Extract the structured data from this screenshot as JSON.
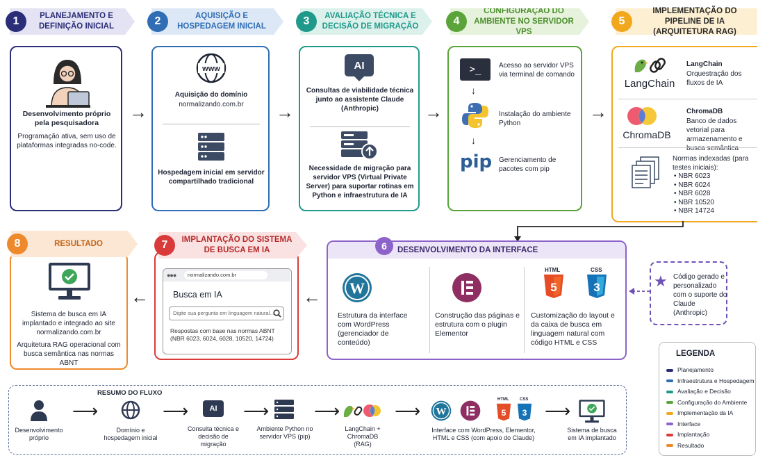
{
  "steps": [
    {
      "num": "1",
      "title": "PLANEJAMENTO E DEFINIÇÃO INICIAL"
    },
    {
      "num": "2",
      "title": "AQUISIÇÃO E HOSPEDAGEM INICIAL"
    },
    {
      "num": "3",
      "title": "AVALIAÇÃO TÉCNICA E DECISÃO DE MIGRAÇÃO"
    },
    {
      "num": "4",
      "title": "CONFIGURAÇÃO DO AMBIENTE NO SERVIDOR VPS"
    },
    {
      "num": "5",
      "title": "IMPLEMENTAÇÃO DO PIPELINE DE IA (ARQUITETURA RAG)"
    },
    {
      "num": "6",
      "title": "DESENVOLVIMENTO DA INTERFACE"
    },
    {
      "num": "7",
      "title": "IMPLANTAÇÃO DO SISTEMA DE BUSCA EM IA"
    },
    {
      "num": "8",
      "title": "RESULTADO"
    }
  ],
  "s1": {
    "head": "Desenvolvimento próprio pela pesquisadora",
    "body": "Programação ativa, sem uso de plataformas integradas no-code."
  },
  "s2": {
    "a_head": "Aquisição do domínio",
    "a_body": "normalizando.com.br",
    "b_head": "Hospedagem inicial em servidor compartilhado tradicional"
  },
  "s3": {
    "ai_badge": "AI",
    "a_body": "Consultas de viabilidade técnica junto ao assistente Claude (Anthropic)",
    "b_body": "Necessidade de migração para servidor VPS (Virtual Private Server) para suportar rotinas em Python e infraestrutura de IA"
  },
  "s4": {
    "terminal_glyph": ">_",
    "a": "Acesso ao servidor VPS via terminal de comando",
    "b": "Instalação do ambiente Python",
    "pip_logo": "pip",
    "c": "Gerenciamento de pacotes com pip"
  },
  "s5": {
    "langchain_logo": "LangChain",
    "langchain_name": "LangChain",
    "langchain_desc": "Orquestração dos fluxos de IA",
    "chroma_logo": "ChromaDB",
    "chroma_name": "ChromaDB",
    "chroma_desc": "Banco de dados vetorial para armazenamento e busca semântica",
    "norms_title": "Normas indexadas (para testes iniciais):",
    "norms": [
      "NBR 6023",
      "NBR 6024",
      "NBR 6028",
      "NBR 10520",
      "NBR 14724"
    ]
  },
  "s6": {
    "a": "Estrutura da interface com WordPress (gerenciador de conteúdo)",
    "b": "Construção das páginas e estrutura com o plugin Elementor",
    "html_label": "HTML",
    "css_label": "CSS",
    "c": "Customização do layout e da caixa de busca em linguagem natural com código HTML e CSS"
  },
  "note": "Código gerado e personalizado com o suporte do Claude (Anthropic)",
  "s7": {
    "url": "normalizando.com.br",
    "title": "Busca em IA",
    "placeholder": "Digite sua pergunta em linguagem natural...",
    "result": "Respostas com base nas normas ABNT (NBR 6023, 6024, 6028, 10520, 14724)"
  },
  "s8": {
    "a": "Sistema de busca em IA implantado e integrado ao site normalizando.com.br",
    "b": "Arquitetura RAG operacional com busca semântica nas normas ABNT"
  },
  "summary": {
    "title": "RESUMO DO FLUXO",
    "items": [
      "Desenvolvimento próprio",
      "Domínio e hospedagem inicial",
      "Consulta técnica e decisão de migração",
      "Ambiente Python no servidor VPS (pip)",
      "LangChain + ChromaDB (RAG)",
      "Interface com WordPress, Elementor, HTML e CSS (com apoio do Claude)",
      "Sistema de busca em IA implantado"
    ]
  },
  "legend": {
    "title": "LEGENDA",
    "items": [
      {
        "label": "Planejamento",
        "color": "#2b2d78"
      },
      {
        "label": "Infraestrutura e Hospedagem",
        "color": "#2f6db5"
      },
      {
        "label": "Avaliação e Decisão",
        "color": "#1f9a8a"
      },
      {
        "label": "Configuração do Ambiente",
        "color": "#5aa43a"
      },
      {
        "label": "Implementação da IA",
        "color": "#f2a81d"
      },
      {
        "label": "Interface",
        "color": "#8c63c9"
      },
      {
        "label": "Implantação",
        "color": "#d93a3a"
      },
      {
        "label": "Resultado",
        "color": "#ee8a2b"
      }
    ]
  }
}
